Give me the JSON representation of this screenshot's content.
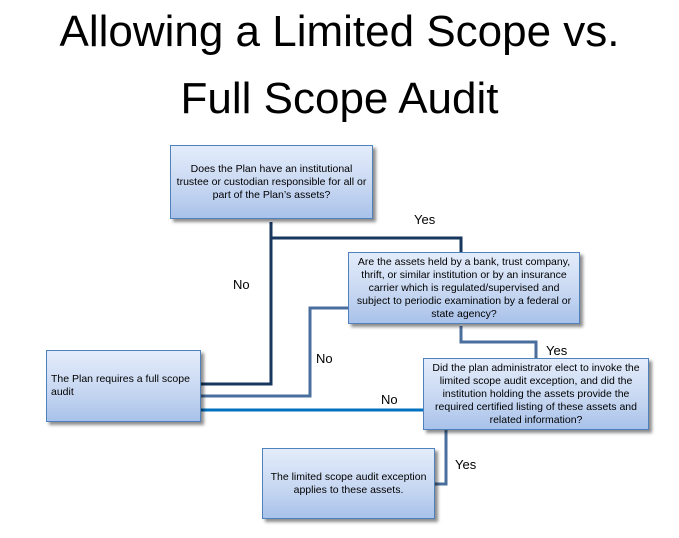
{
  "title": {
    "line1": "Allowing a Limited Scope vs.",
    "line2": "Full Scope Audit"
  },
  "nodes": {
    "q1": "Does the Plan have an institutional trustee or custodian responsible for all or part of the Plan’s assets?",
    "q2": "Are the assets held by a bank, trust company, thrift, or similar institution or by an insurance carrier which is regulated/supervised and subject to periodic examination by a federal or state agency?",
    "q3": "Did the plan administrator elect to invoke the limited scope audit exception, and did the institution holding the assets provide the required certified listing of these assets and related information?",
    "full": "The Plan requires a full scope audit",
    "limited": "The limited scope audit exception applies to these assets."
  },
  "labels": {
    "q1_yes": "Yes",
    "q1_no": "No",
    "q2_yes": "Yes",
    "q2_no": "No",
    "q3_no": "No",
    "q3_yes": "Yes"
  },
  "colors": {
    "connector_dark": "#17375e",
    "connector_mid": "#4a6f9c",
    "connector_light": "#0070c0",
    "box_border": "#4f81bd"
  }
}
